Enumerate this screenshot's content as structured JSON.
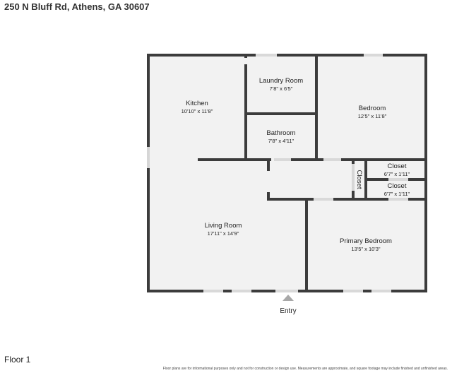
{
  "header": {
    "address": "250 N Bluff Rd, Athens, GA 30607"
  },
  "floor_label": "Floor 1",
  "disclaimer": "Floor plans are for informational purposes only and not for construction or design use. Measurements are approximate, and square footage may include finished and unfinished areas.",
  "entry_label": "Entry",
  "rooms": {
    "kitchen": {
      "name": "Kitchen",
      "dims": "10'10\" x 11'8\""
    },
    "laundry": {
      "name": "Laundry Room",
      "dims": "7'8\" x 6'5\""
    },
    "bedroom": {
      "name": "Bedroom",
      "dims": "12'5\" x 11'8\""
    },
    "bathroom": {
      "name": "Bathroom",
      "dims": "7'8\" x 4'11\""
    },
    "closet_1": {
      "name": "Closet",
      "dims": "6'7\" x 1'11\""
    },
    "closet_2": {
      "name": "Closet",
      "dims": "6'7\" x 1'11\""
    },
    "closet_vertical": {
      "name": "Closet"
    },
    "living": {
      "name": "Living Room",
      "dims": "17'11\" x 14'9\""
    },
    "primary": {
      "name": "Primary Bedroom",
      "dims": "13'5\" x 10'3\""
    }
  },
  "colors": {
    "room_fill": "#f2f2f2",
    "wall": "#3c3c3c",
    "background": "#ffffff"
  }
}
